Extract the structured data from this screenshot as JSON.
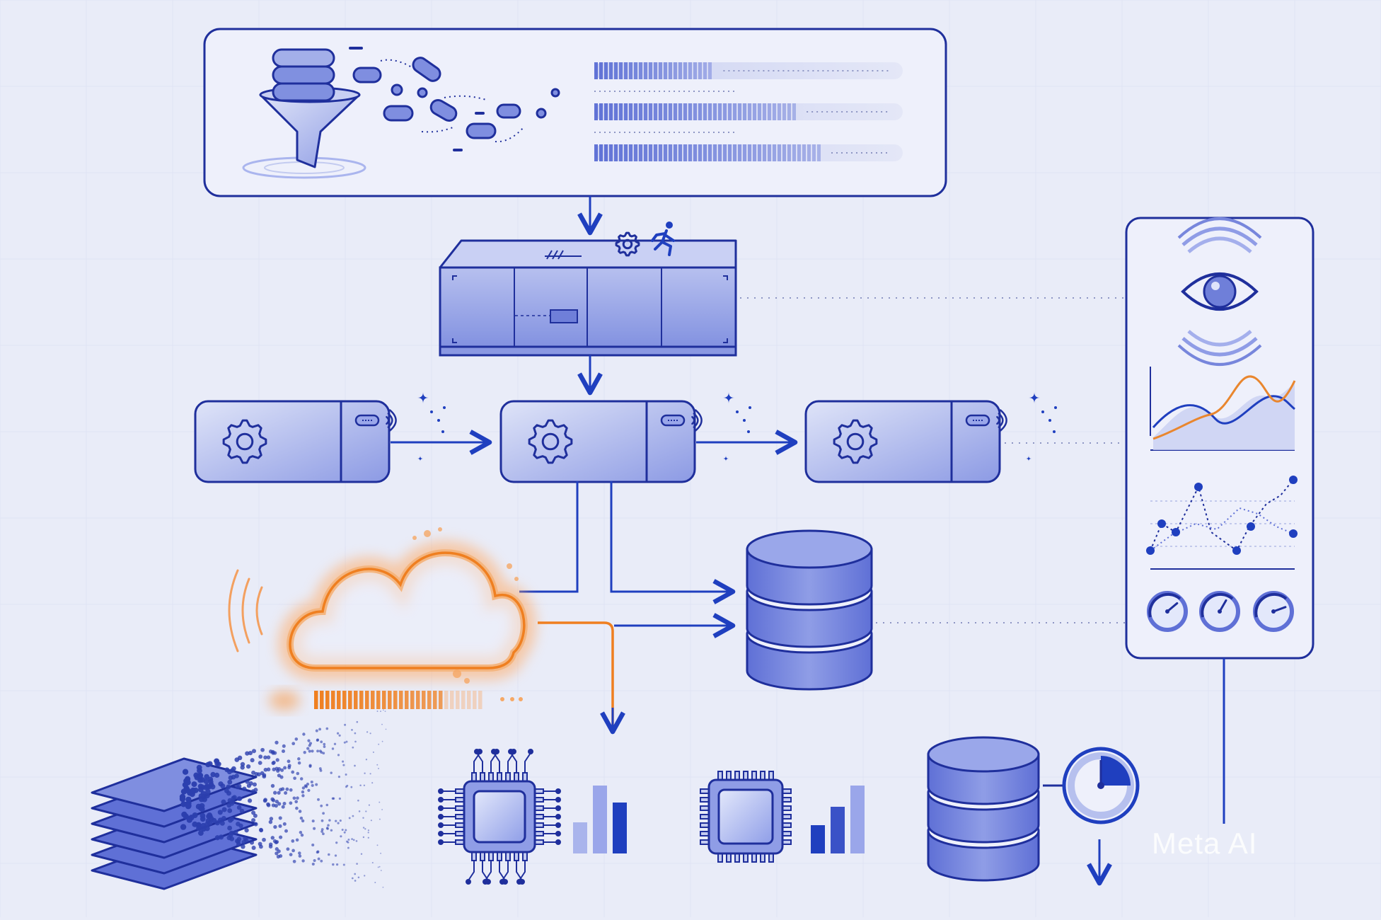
{
  "colors": {
    "background": "#e9ecf8",
    "outline": "#1f2f9c",
    "fill_light": "#c3cbf0",
    "fill_mid": "#7f8ee0",
    "fill_dark": "#4f60cc",
    "accent_orange": "#f08a2c",
    "grid": "#dfe3f4"
  },
  "icons": [
    "funnel-icon",
    "database-icon",
    "gear-icon",
    "runner-icon",
    "eye-icon",
    "cloud-icon",
    "chip-icon",
    "bar-chart-icon",
    "pie-timer-icon",
    "layers-icon",
    "gauge-icon",
    "signal-icon",
    "sparkle-icon"
  ],
  "ingest": {
    "progress_bars": [
      0.4,
      0.67,
      0.75
    ]
  },
  "cloud": {
    "progress": 0.78
  },
  "storage_timer": {
    "progress": 0.25
  },
  "watermark": {
    "label": "Meta AI"
  }
}
